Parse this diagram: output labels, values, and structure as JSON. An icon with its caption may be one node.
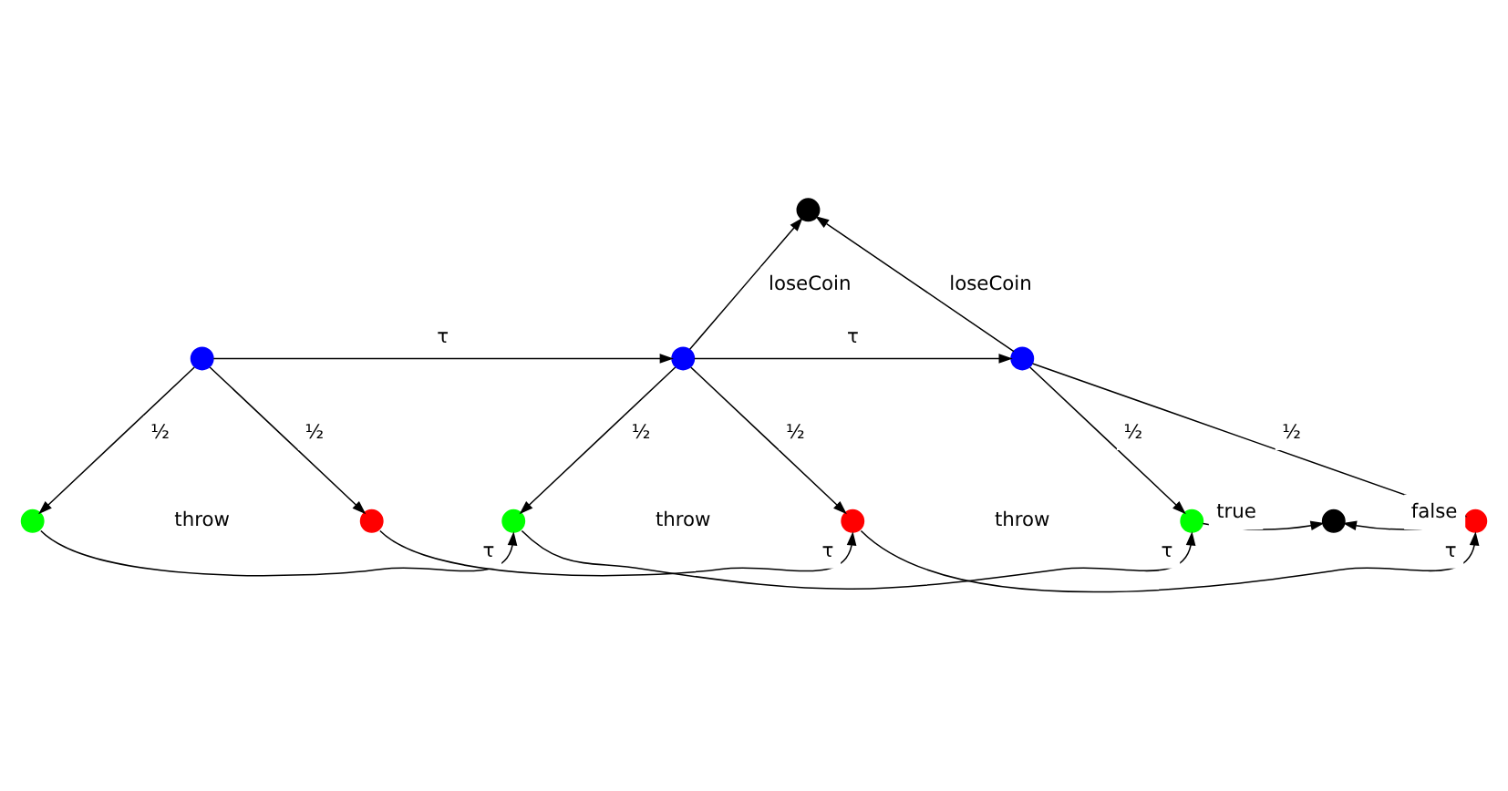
{
  "diagram": {
    "nodes": [
      {
        "text": [],
        "shape": "circle"
      },
      {
        "text": [],
        "shape": "circle"
      },
      {
        "text": [],
        "shape": "circle"
      },
      {
        "text": [],
        "shape": "circle"
      },
      {
        "text": [],
        "shape": "circle"
      },
      {
        "text": [],
        "shape": "circle"
      },
      {
        "text": [],
        "shape": "circle"
      },
      {
        "text": [],
        "shape": "circle"
      },
      {
        "text": [],
        "shape": "circle"
      },
      {
        "text": [],
        "shape": "circle"
      },
      {
        "text": [],
        "shape": "circle"
      }
    ],
    "edges": [
      {
        "from": 2,
        "to": 0,
        "arrow": "to",
        "label": "loseCoin"
      },
      {
        "from": 3,
        "to": 0,
        "arrow": "to",
        "label": "loseCoin"
      },
      {
        "from": 1,
        "to": 2,
        "arrow": "to",
        "label": "τ"
      },
      {
        "from": 2,
        "to": 3,
        "arrow": "to",
        "label": "τ"
      },
      {
        "from": 1,
        "to": 4,
        "arrow": "to",
        "label": "½"
      },
      {
        "from": 1,
        "to": 5,
        "arrow": "to",
        "label": "½"
      },
      {
        "from": 2,
        "to": 6,
        "arrow": "to",
        "label": "½"
      },
      {
        "from": 2,
        "to": 7,
        "arrow": "to",
        "label": "½"
      },
      {
        "from": 3,
        "to": 8,
        "arrow": "to",
        "label": "½"
      },
      {
        "from": 3,
        "to": 10,
        "arrow": "to",
        "label": "½"
      },
      {
        "from": 8,
        "to": 9,
        "arrow": "to",
        "label": "true"
      },
      {
        "from": 10,
        "to": 9,
        "arrow": "to",
        "label": "false"
      },
      {
        "from": 4,
        "to": 6,
        "arrow": "to",
        "label": "τ"
      },
      {
        "from": 5,
        "to": 7,
        "arrow": "to",
        "label": "τ"
      },
      {
        "from": 6,
        "to": 8,
        "arrow": "to",
        "label": "τ"
      },
      {
        "from": 7,
        "to": 10,
        "arrow": "to",
        "label": "τ"
      }
    ],
    "labels": [
      "throw",
      "throw",
      "throw"
    ]
  }
}
